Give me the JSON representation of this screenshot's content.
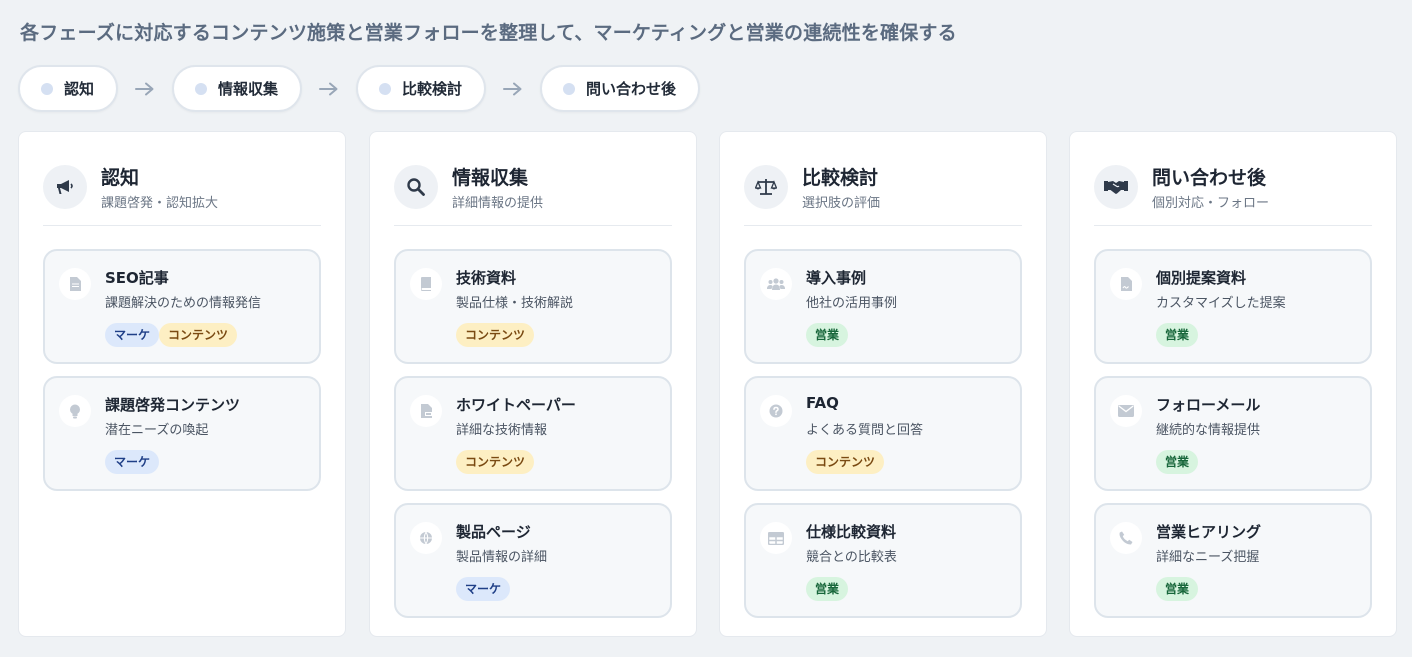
{
  "header": {
    "title": "各フェーズに対応するコンテンツ施策と営業フォローを整理して、マーケティングと営業の連続性を確保する"
  },
  "phases": [
    {
      "label": "認知"
    },
    {
      "label": "情報収集"
    },
    {
      "label": "比較検討"
    },
    {
      "label": "問い合わせ後"
    }
  ],
  "colors": {
    "tag_marketing_bg": "#dce8fb",
    "tag_content_bg": "#fdefc3",
    "tag_sales_bg": "#d7f4df",
    "icon_color": "#2f3a4a"
  },
  "columns": [
    {
      "title": "認知",
      "subtitle": "課題啓発・認知拡大",
      "icon": "megaphone-icon",
      "cards": [
        {
          "title": "SEO記事",
          "desc": "課題解決のための情報発信",
          "icon": "document-icon",
          "tags": [
            {
              "label": "マーケ",
              "kind": "m"
            },
            {
              "label": "コンテンツ",
              "kind": "c"
            }
          ]
        },
        {
          "title": "課題啓発コンテンツ",
          "desc": "潜在ニーズの喚起",
          "icon": "lightbulb-icon",
          "tags": [
            {
              "label": "マーケ",
              "kind": "m"
            }
          ]
        }
      ]
    },
    {
      "title": "情報収集",
      "subtitle": "詳細情報の提供",
      "icon": "search-icon",
      "cards": [
        {
          "title": "技術資料",
          "desc": "製品仕様・技術解説",
          "icon": "book-icon",
          "tags": [
            {
              "label": "コンテンツ",
              "kind": "c"
            }
          ]
        },
        {
          "title": "ホワイトペーパー",
          "desc": "詳細な技術情報",
          "icon": "pdf-file-icon",
          "tags": [
            {
              "label": "コンテンツ",
              "kind": "c"
            }
          ]
        },
        {
          "title": "製品ページ",
          "desc": "製品情報の詳細",
          "icon": "globe-icon",
          "tags": [
            {
              "label": "マーケ",
              "kind": "m"
            }
          ]
        }
      ]
    },
    {
      "title": "比較検討",
      "subtitle": "選択肢の評価",
      "icon": "scale-icon",
      "cards": [
        {
          "title": "導入事例",
          "desc": "他社の活用事例",
          "icon": "users-icon",
          "tags": [
            {
              "label": "営業",
              "kind": "s"
            }
          ]
        },
        {
          "title": "FAQ",
          "desc": "よくある質問と回答",
          "icon": "question-icon",
          "tags": [
            {
              "label": "コンテンツ",
              "kind": "c"
            }
          ]
        },
        {
          "title": "仕様比較資料",
          "desc": "競合との比較表",
          "icon": "table-icon",
          "tags": [
            {
              "label": "営業",
              "kind": "s"
            }
          ]
        }
      ]
    },
    {
      "title": "問い合わせ後",
      "subtitle": "個別対応・フォロー",
      "icon": "handshake-icon",
      "cards": [
        {
          "title": "個別提案資料",
          "desc": "カスタマイズした提案",
          "icon": "file-contract-icon",
          "tags": [
            {
              "label": "営業",
              "kind": "s"
            }
          ]
        },
        {
          "title": "フォローメール",
          "desc": "継続的な情報提供",
          "icon": "envelope-icon",
          "tags": [
            {
              "label": "営業",
              "kind": "s"
            }
          ]
        },
        {
          "title": "営業ヒアリング",
          "desc": "詳細なニーズ把握",
          "icon": "phone-icon",
          "tags": [
            {
              "label": "営業",
              "kind": "s"
            }
          ]
        }
      ]
    }
  ]
}
